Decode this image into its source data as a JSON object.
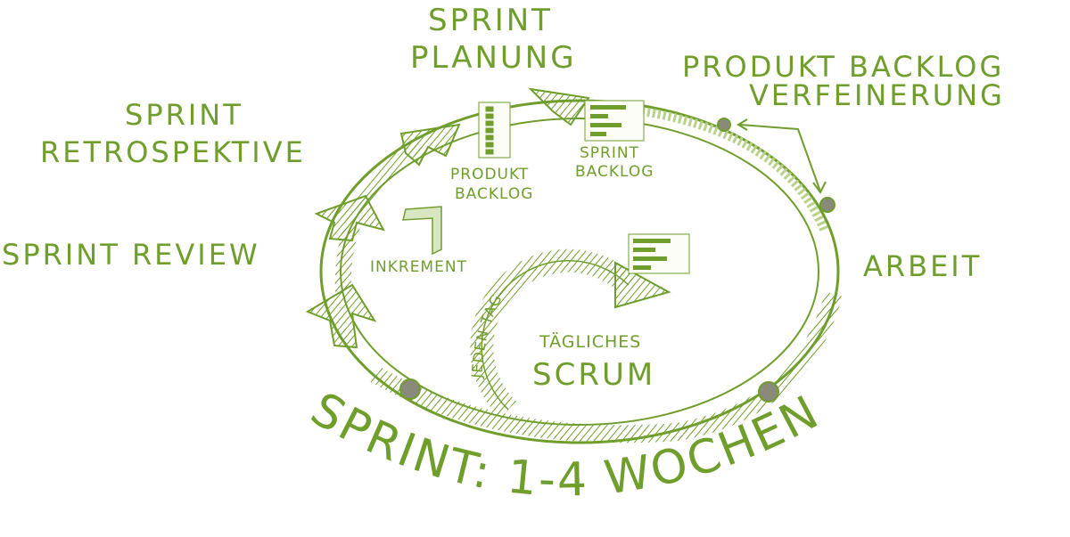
{
  "colors": {
    "green": "#6f9e2c",
    "light": "#b8d28a",
    "dot": "#8a8a7a"
  },
  "labels": {
    "sprint_planung": [
      "SPRINT",
      "PLANUNG"
    ],
    "backlog_refinement": [
      "PRODUKT BACKLOG",
      "VERFEINERUNG"
    ],
    "retrospective": [
      "SPRINT",
      "RETROSPEKTIVE"
    ],
    "review": "SPRINT REVIEW",
    "arbeit": "ARBEIT",
    "produkt_backlog": [
      "PRODUKT",
      "BACKLOG"
    ],
    "sprint_backlog": [
      "SPRINT",
      "BACKLOG"
    ],
    "inkrement": "INKREMENT",
    "jeden_tag": "JEDEN TAG",
    "daily": [
      "TÄGLICHES",
      "SCRUM"
    ],
    "sprint_duration": "SPRINT: 1-4 WOCHEN"
  }
}
